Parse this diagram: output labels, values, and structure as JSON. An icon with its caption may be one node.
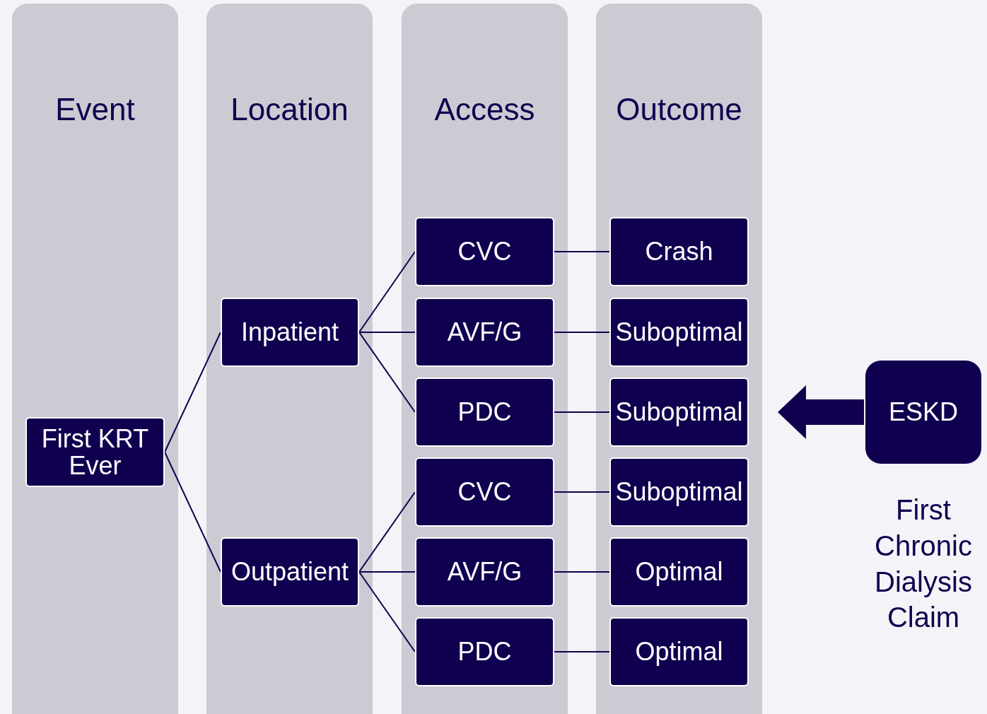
{
  "diagram": {
    "nodes": [
      {
        "text": [
          "Event"
        ]
      },
      {
        "text": [
          "Location"
        ]
      },
      {
        "text": [
          "Access"
        ]
      },
      {
        "text": [
          "Outcome"
        ]
      },
      {
        "text": [
          "First KRT Ever"
        ],
        "in": 0
      },
      {
        "text": [
          "Inpatient"
        ],
        "in": 1
      },
      {
        "text": [
          "Outpatient"
        ],
        "in": 1
      },
      {
        "text": [
          "CVC"
        ],
        "in": 2
      },
      {
        "text": [
          "AVF/G"
        ],
        "in": 2
      },
      {
        "text": [
          "PDC"
        ],
        "in": 2
      },
      {
        "text": [
          "CVC"
        ],
        "in": 2
      },
      {
        "text": [
          "AVF/G"
        ],
        "in": 2
      },
      {
        "text": [
          "PDC"
        ],
        "in": 2
      },
      {
        "text": [
          "Crash"
        ],
        "in": 3
      },
      {
        "text": [
          "Suboptimal"
        ],
        "in": 3
      },
      {
        "text": [
          "Suboptimal"
        ],
        "in": 3
      },
      {
        "text": [
          "Suboptimal"
        ],
        "in": 3
      },
      {
        "text": [
          "Optimal"
        ],
        "in": 3
      },
      {
        "text": [
          "Optimal"
        ],
        "in": 3
      },
      {
        "text": [
          "ESKD"
        ],
        "beside": [
          "First Chronic Dialysis Claim"
        ]
      }
    ],
    "edges": [
      {
        "from": 4,
        "to": 5,
        "arrow": "none"
      },
      {
        "from": 4,
        "to": 6,
        "arrow": "none"
      },
      {
        "from": 5,
        "to": 7,
        "arrow": "none"
      },
      {
        "from": 5,
        "to": 8,
        "arrow": "none"
      },
      {
        "from": 5,
        "to": 9,
        "arrow": "none"
      },
      {
        "from": 6,
        "to": 10,
        "arrow": "none"
      },
      {
        "from": 6,
        "to": 11,
        "arrow": "none"
      },
      {
        "from": 6,
        "to": 12,
        "arrow": "none"
      },
      {
        "from": 7,
        "to": 13,
        "arrow": "none"
      },
      {
        "from": 8,
        "to": 14,
        "arrow": "none"
      },
      {
        "from": 9,
        "to": 15,
        "arrow": "none"
      },
      {
        "from": 10,
        "to": 16,
        "arrow": "none"
      },
      {
        "from": 11,
        "to": 17,
        "arrow": "none"
      },
      {
        "from": 12,
        "to": 18,
        "arrow": "none"
      },
      {
        "from": 19,
        "to": 3,
        "arrow": "to",
        "style": "thick"
      }
    ]
  }
}
